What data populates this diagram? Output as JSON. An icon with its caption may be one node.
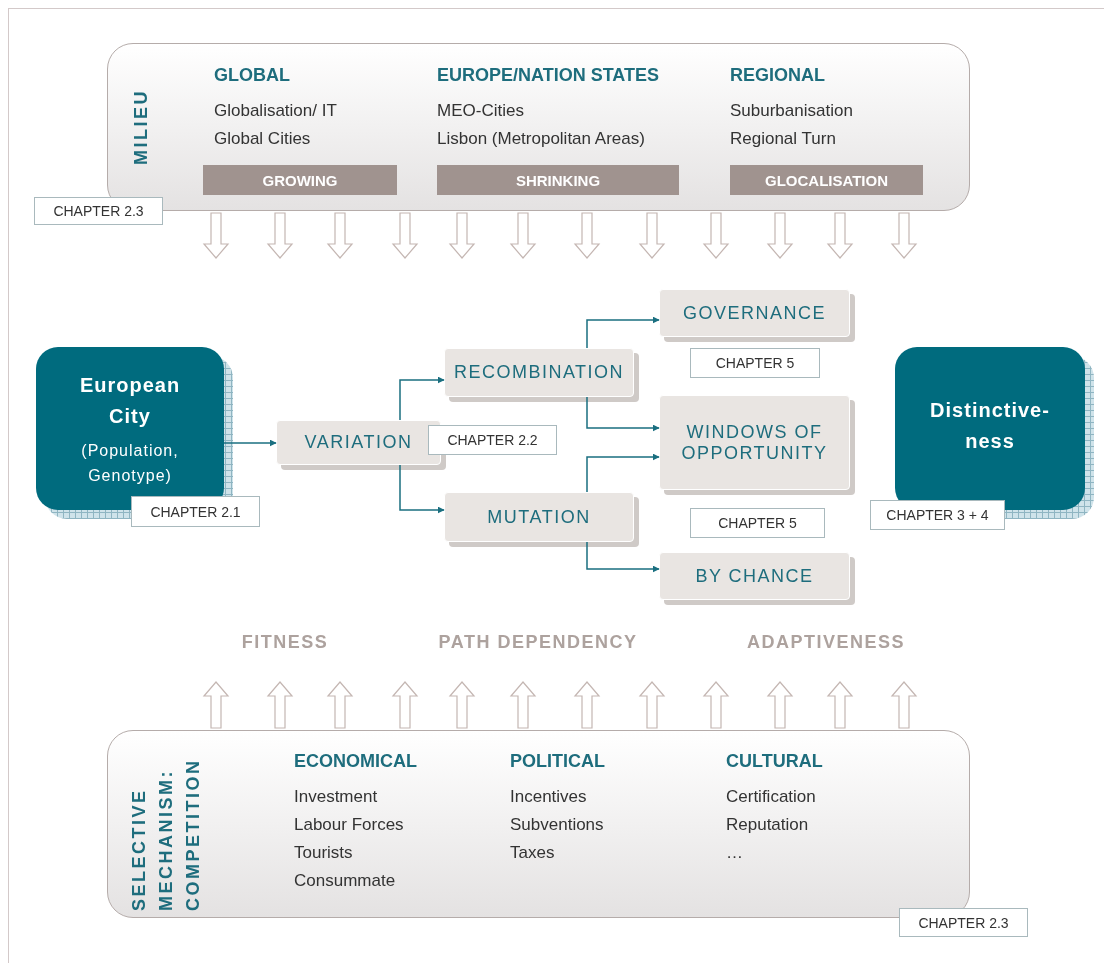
{
  "diagram": {
    "nodes": [
      {
        "text": [
          "MILIEU"
        ]
      },
      {
        "text": [
          "GROWING"
        ],
        "in": 0
      },
      {
        "text": [
          "SHRINKING"
        ],
        "in": 0
      },
      {
        "text": [
          "GLOCALISATION"
        ],
        "in": 0
      },
      {
        "text": [
          "CHAPTER 2.3"
        ]
      },
      {
        "text": [
          "GOVERNANCE"
        ]
      },
      {
        "text": [
          "European City",
          "(Population, Genotype)"
        ]
      },
      {
        "text": [
          "RECOMBINATION"
        ]
      },
      {
        "text": [
          "CHAPTER 5"
        ]
      },
      {
        "text": [
          "Distinctive-ness"
        ]
      },
      {
        "text": [
          "VARIATION"
        ]
      },
      {
        "text": [
          "CHAPTER 2.2"
        ]
      },
      {
        "text": [
          "WINDOWS OF OPPORTUNITY"
        ]
      },
      {
        "text": [
          "CHAPTER 2.1"
        ]
      },
      {
        "text": [
          "MUTATION"
        ]
      },
      {
        "text": [
          "CHAPTER 5"
        ]
      },
      {
        "text": [
          "CHAPTER 3 + 4"
        ]
      },
      {
        "text": [
          "BY CHANCE"
        ]
      },
      {
        "text": [
          "SELECTIVE MECHANISM: COMPETITION"
        ]
      },
      {
        "text": [
          "CHAPTER 2.3"
        ]
      }
    ],
    "edges": [
      {
        "from": 6,
        "to": 10,
        "arrow": "to"
      },
      {
        "from": 10,
        "to": 7,
        "arrow": "to"
      },
      {
        "from": 10,
        "to": 14,
        "arrow": "to"
      },
      {
        "from": 7,
        "to": 5,
        "arrow": "to"
      },
      {
        "from": 7,
        "to": 12,
        "arrow": "to"
      },
      {
        "from": 14,
        "to": 12,
        "arrow": "to"
      },
      {
        "from": 14,
        "to": 17,
        "arrow": "to"
      },
      {
        "from": 0,
        "to": null,
        "arrow": "to"
      },
      {
        "from": 0,
        "to": null,
        "arrow": "to"
      },
      {
        "from": 0,
        "to": null,
        "arrow": "to"
      },
      {
        "from": 0,
        "to": null,
        "arrow": "to"
      },
      {
        "from": 0,
        "to": null,
        "arrow": "to"
      },
      {
        "from": 0,
        "to": null,
        "arrow": "to"
      },
      {
        "from": 0,
        "to": null,
        "arrow": "to"
      },
      {
        "from": 0,
        "to": null,
        "arrow": "to"
      },
      {
        "from": 0,
        "to": null,
        "arrow": "to"
      },
      {
        "from": 0,
        "to": null,
        "arrow": "to"
      },
      {
        "from": 0,
        "to": null,
        "arrow": "to"
      },
      {
        "from": 0,
        "to": null,
        "arrow": "to"
      },
      {
        "from": 18,
        "to": null,
        "arrow": "to"
      },
      {
        "from": 18,
        "to": null,
        "arrow": "to"
      },
      {
        "from": 18,
        "to": null,
        "arrow": "to"
      },
      {
        "from": 18,
        "to": null,
        "arrow": "to"
      },
      {
        "from": 18,
        "to": null,
        "arrow": "to"
      },
      {
        "from": 18,
        "to": null,
        "arrow": "to"
      },
      {
        "from": 18,
        "to": null,
        "arrow": "to"
      },
      {
        "from": 18,
        "to": null,
        "arrow": "to"
      },
      {
        "from": 18,
        "to": null,
        "arrow": "to"
      },
      {
        "from": 18,
        "to": null,
        "arrow": "to"
      },
      {
        "from": 18,
        "to": null,
        "arrow": "to"
      },
      {
        "from": 18,
        "to": null,
        "arrow": "to"
      }
    ],
    "labels": [
      "GLOBAL",
      "Globalisation/ IT",
      "Global Cities",
      "EUROPE/NATION STATES",
      "MEO-Cities",
      "Lisbon (Metropolitan Areas)",
      "REGIONAL",
      "Suburbanisation",
      "Regional Turn",
      "FITNESS",
      "PATH DEPENDENCY",
      "ADAPTIVENESS",
      "ECONOMICAL",
      "Investment",
      "Labour Forces",
      "Tourists",
      "Consummate",
      "POLITICAL",
      "Incentives",
      "Subventions",
      "Taxes",
      "CULTURAL",
      "Certification",
      "Reputation",
      "…"
    ]
  }
}
